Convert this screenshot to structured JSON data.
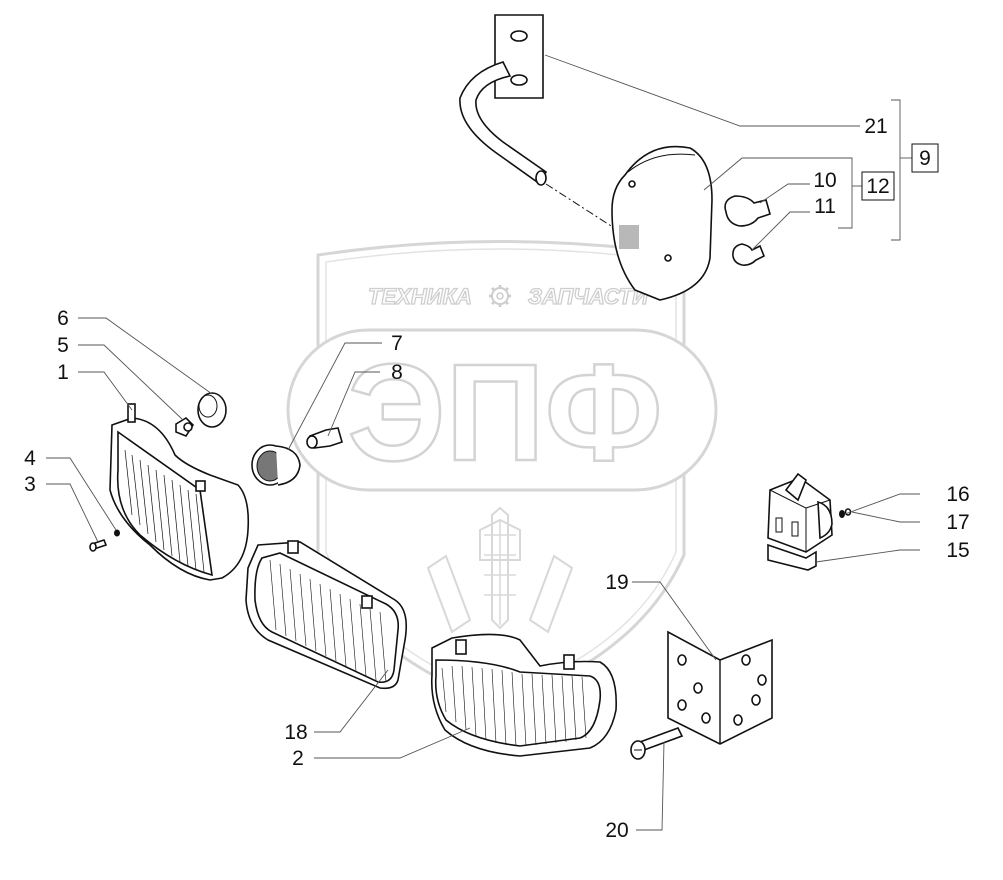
{
  "watermark": {
    "top_left": "ТЕХНИКА",
    "top_right": "ЗАПЧАСТИ",
    "logo": "ЭПФ"
  },
  "callouts": [
    {
      "id": "c21",
      "text": "21"
    },
    {
      "id": "c9",
      "text": "9"
    },
    {
      "id": "c12",
      "text": "12"
    },
    {
      "id": "c10",
      "text": "10"
    },
    {
      "id": "c11",
      "text": "11"
    },
    {
      "id": "c6",
      "text": "6"
    },
    {
      "id": "c5",
      "text": "5"
    },
    {
      "id": "c1",
      "text": "1"
    },
    {
      "id": "c7",
      "text": "7"
    },
    {
      "id": "c8",
      "text": "8"
    },
    {
      "id": "c4",
      "text": "4"
    },
    {
      "id": "c3",
      "text": "3"
    },
    {
      "id": "c16",
      "text": "16"
    },
    {
      "id": "c17",
      "text": "17"
    },
    {
      "id": "c15",
      "text": "15"
    },
    {
      "id": "c19",
      "text": "19"
    },
    {
      "id": "c18",
      "text": "18"
    },
    {
      "id": "c2",
      "text": "2"
    },
    {
      "id": "c20",
      "text": "20"
    }
  ]
}
